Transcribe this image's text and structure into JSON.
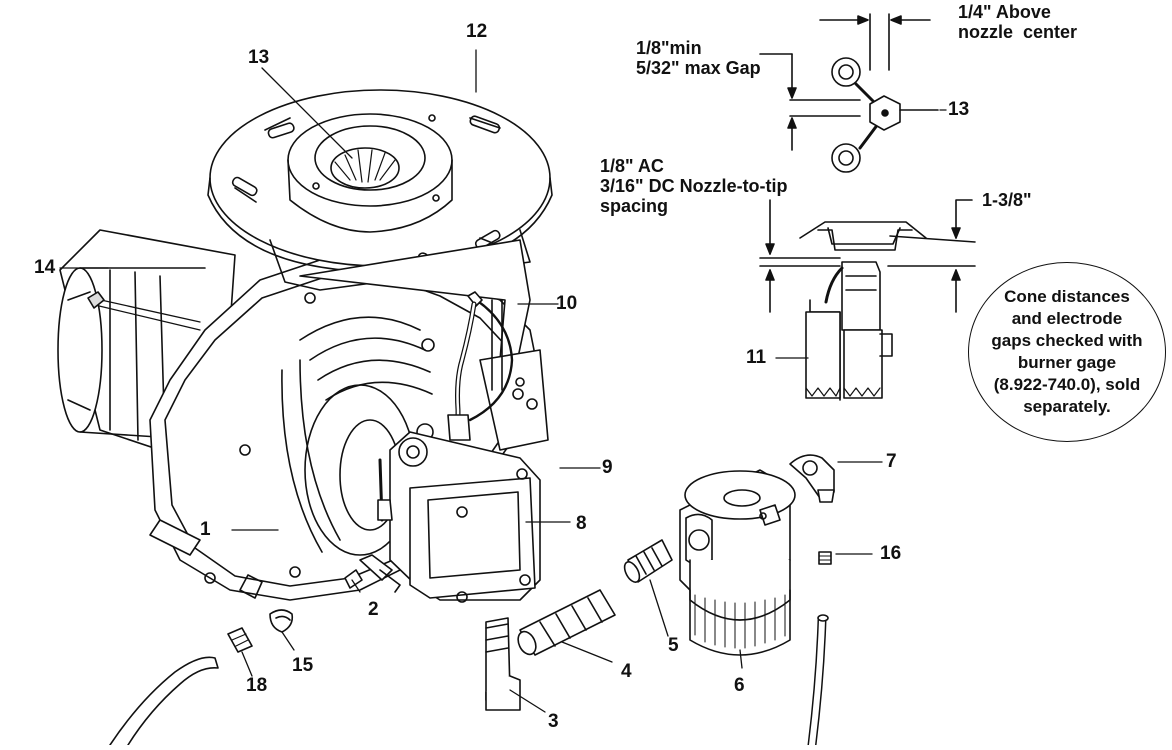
{
  "callouts": {
    "c1": "1",
    "c2": "2",
    "c3": "3",
    "c4": "4",
    "c5": "5",
    "c6": "6",
    "c7": "7",
    "c8": "8",
    "c9": "9",
    "c10": "10",
    "c11": "11",
    "c12": "12",
    "c13a": "13",
    "c13b": "13",
    "c14": "14",
    "c15": "15",
    "c16": "16",
    "c18": "18"
  },
  "notes": {
    "above_center": "1/4\" Above\nnozzle  center",
    "gap": "1/8\"min\n5/32\" max Gap",
    "spacing": "1/8\" AC\n3/16\" DC Nozzle-to-tip\nspacing",
    "cone_dim": "1-3/8\"",
    "circle": "Cone distances\nand electrode\ngaps checked with\nburner gage\n(8.922-740.0), sold\nseparately."
  }
}
